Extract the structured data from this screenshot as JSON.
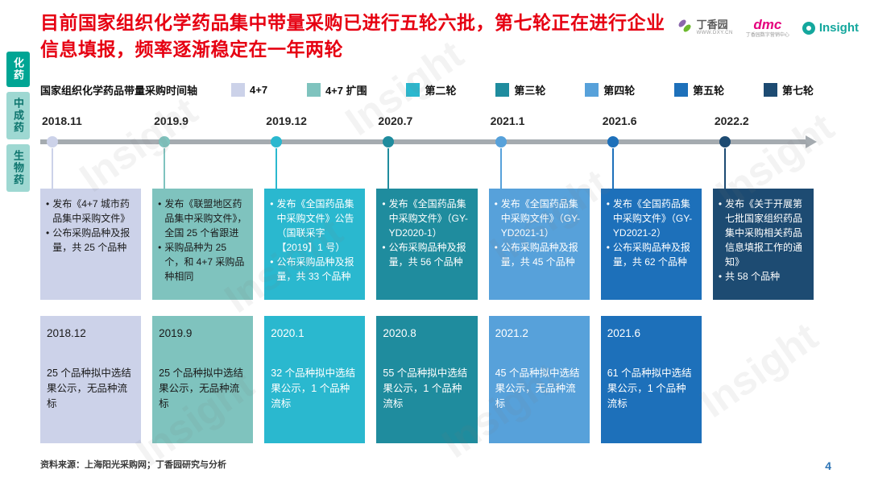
{
  "title": {
    "line1": "目前国家组织化学药品集中带量采购已进行五轮六批，第七轮正在进行企业",
    "line2": "信息填报，频率逐渐稳定在一年两轮"
  },
  "header_logos": {
    "dxy_name": "丁香园",
    "dxy_url": "WWW.DXY.CN",
    "dmc_name": "dmc",
    "dmc_sub": "丁香园数字营销中心",
    "insight_name": "Insight"
  },
  "sidebar": {
    "tabs": [
      {
        "label": "化药"
      },
      {
        "label": "中成药"
      },
      {
        "label": "生物药"
      }
    ]
  },
  "legend": {
    "title": "国家组织化学药品带量采购时间轴",
    "items": [
      {
        "label": "4+7",
        "color": "#CCD2E9"
      },
      {
        "label": "4+7 扩围",
        "color": "#7FC3BE"
      },
      {
        "label": "第二轮",
        "color": "#2AB8CF"
      },
      {
        "label": "第三轮",
        "color": "#1F8C9E"
      },
      {
        "label": "第四轮",
        "color": "#57A1DA"
      },
      {
        "label": "第五轮",
        "color": "#1D70BA"
      },
      {
        "label": "第七轮",
        "color": "#1D4B72"
      }
    ]
  },
  "rounds": [
    {
      "date": "2018.11",
      "color": "#CCD2E9",
      "text_color": "#1A1A1A",
      "bullets": [
        "发布《4+7 城市药品集中采购文件》",
        "公布采购品种及报量，共 25 个品种"
      ],
      "result": {
        "date": "2018.12",
        "text": "25 个品种拟中选结果公示，无品种流标"
      }
    },
    {
      "date": "2019.9",
      "color": "#7FC3BE",
      "text_color": "#1A1A1A",
      "bullets": [
        "发布《联盟地区药品集中采购文件》，全国 25 个省跟进",
        "采购品种为 25 个，和 4+7 采购品种相同"
      ],
      "result": {
        "date": "2019.9",
        "text": "25 个品种拟中选结果公示，无品种流标"
      }
    },
    {
      "date": "2019.12",
      "color": "#2AB8CF",
      "text_color": "#FFFFFF",
      "bullets": [
        "发布《全国药品集中采购文件》公告（国联采字【2019】1 号）",
        "公布采购品种及报量，共 33 个品种"
      ],
      "result": {
        "date": "2020.1",
        "text": "32 个品种拟中选结果公示，1 个品种流标"
      }
    },
    {
      "date": "2020.7",
      "color": "#1F8C9E",
      "text_color": "#FFFFFF",
      "bullets": [
        "发布《全国药品集中采购文件》（GY-YD2020-1）",
        "公布采购品种及报量，共 56 个品种"
      ],
      "result": {
        "date": "2020.8",
        "text": "55 个品种拟中选结果公示，1 个品种流标"
      }
    },
    {
      "date": "2021.1",
      "color": "#57A1DA",
      "text_color": "#FFFFFF",
      "bullets": [
        "发布《全国药品集中采购文件》（GY-YD2021-1）",
        "公布采购品种及报量，共 45 个品种"
      ],
      "result": {
        "date": "2021.2",
        "text": "45 个品种拟中选结果公示，无品种流标"
      }
    },
    {
      "date": "2021.6",
      "color": "#1D70BA",
      "text_color": "#FFFFFF",
      "bullets": [
        "发布《全国药品集中采购文件》（GY-YD2021-2）",
        "公布采购品种及报量，共 62 个品种"
      ],
      "result": {
        "date": "2021.6",
        "text": "61 个品种拟中选结果公示，1 个品种流标"
      }
    },
    {
      "date": "2022.2",
      "color": "#1D4B72",
      "text_color": "#FFFFFF",
      "bullets": [
        "发布《关于开展第七批国家组织药品集中采购相关药品信息填报工作的通知》",
        "共 58 个品种"
      ],
      "result": null
    }
  ],
  "footer": {
    "source": "资料来源：上海阳光采购网；丁香园研究与分析",
    "page_number": "4"
  },
  "watermark": {
    "text": "Insight"
  },
  "colors": {
    "title_red": "#E60012",
    "timeline_gray": "#A5ABB0",
    "page_number_blue": "#2E75B6",
    "sidebar_active_bg": "#00A594",
    "sidebar_inactive_bg": "#9ED8D2",
    "sidebar_inactive_text": "#0E756E"
  }
}
